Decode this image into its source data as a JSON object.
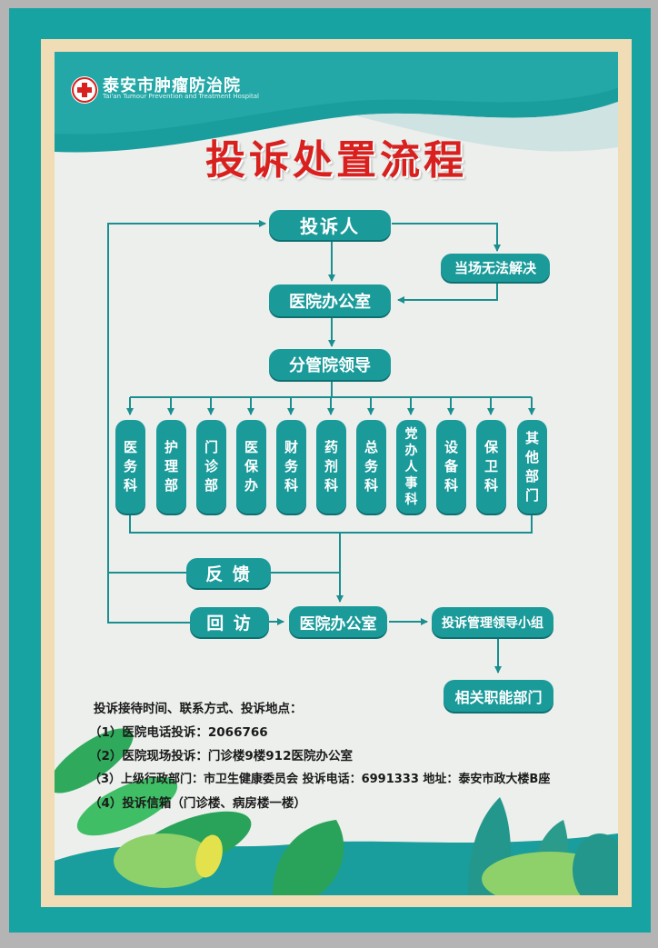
{
  "hospital": {
    "name_cn": "泰安市肿瘤防治院",
    "name_en": "Tai'an Tumour Prevention and Treatment Hospital"
  },
  "title": "投诉处置流程",
  "flow": {
    "complainant": "投诉人",
    "unresolved_on_site": "当场无法解决",
    "hospital_office": "医院办公室",
    "leader": "分管院领导",
    "departments": [
      [
        "医",
        "务",
        "科"
      ],
      [
        "护",
        "理",
        "部"
      ],
      [
        "门",
        "诊",
        "部"
      ],
      [
        "医",
        "保",
        "办"
      ],
      [
        "财",
        "务",
        "科"
      ],
      [
        "药",
        "剂",
        "科"
      ],
      [
        "总",
        "务",
        "科"
      ],
      [
        "党",
        "办",
        "人",
        "事",
        "科"
      ],
      [
        "设",
        "备",
        "科"
      ],
      [
        "保",
        "卫",
        "科"
      ],
      [
        "其",
        "他",
        "部",
        "门"
      ]
    ],
    "feedback": "反 馈",
    "revisit": "回 访",
    "hospital_office_2": "医院办公室",
    "management_group": "投诉管理领导小组",
    "related_departments": "相关职能部门"
  },
  "contact": {
    "heading": "投诉接待时间、联系方式、投诉地点：",
    "lines": [
      "（1）医院电话投诉：2066766",
      "（2）医院现场投诉：门诊楼9楼912医院办公室",
      "（3）上级行政部门：市卫生健康委员会   投诉电话：6991333   地址：泰安市政大楼B座",
      "（4）投诉信箱（门诊楼、病房楼一楼）"
    ]
  },
  "colors": {
    "teal": "#1b9a9a",
    "frame": "#18a3a3",
    "title_red": "#d8201e",
    "arrow": "#1b8f90"
  }
}
